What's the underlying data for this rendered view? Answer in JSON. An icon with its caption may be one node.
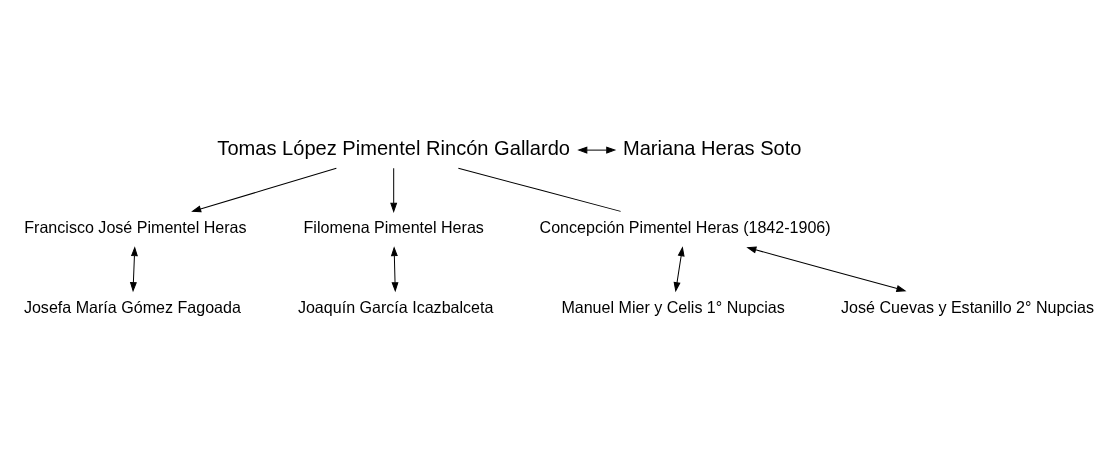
{
  "diagram": {
    "nodes": [
      {
        "text": [
          "Tomas López Pimentel Rincón Gallardo"
        ]
      },
      {
        "text": [
          "Mariana Heras Soto"
        ]
      },
      {
        "text": [
          "Francisco José Pimentel Heras"
        ]
      },
      {
        "text": [
          "Filomena Pimentel Heras"
        ]
      },
      {
        "text": [
          "Concepción Pimentel Heras (1842-1906)"
        ]
      },
      {
        "text": [
          "Josefa María Gómez Fagoada"
        ]
      },
      {
        "text": [
          "Joaquín García Icazbalceta"
        ]
      },
      {
        "text": [
          "Manuel Mier y Celis 1° Nupcias"
        ]
      },
      {
        "text": [
          "José Cuevas y Estanillo 2° Nupcias"
        ]
      }
    ],
    "edges": [
      {
        "from": 0,
        "to": 1,
        "arrow": "both"
      },
      {
        "from": 0,
        "to": 2,
        "arrow": "to"
      },
      {
        "from": 0,
        "to": 3,
        "arrow": "to"
      },
      {
        "from": 0,
        "to": 4,
        "arrow": "none"
      },
      {
        "from": 2,
        "to": 5,
        "arrow": "both"
      },
      {
        "from": 3,
        "to": 6,
        "arrow": "both"
      },
      {
        "from": 4,
        "to": 7,
        "arrow": "both"
      },
      {
        "from": 4,
        "to": 8,
        "arrow": "both"
      }
    ]
  }
}
